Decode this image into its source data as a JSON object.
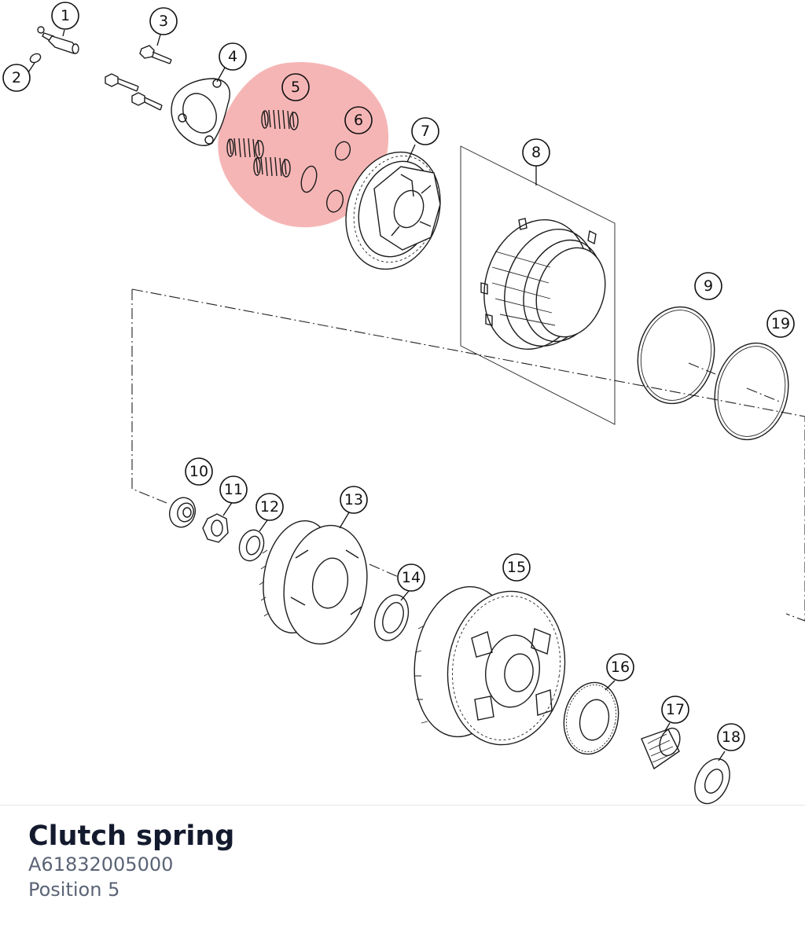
{
  "callouts": [
    "1",
    "2",
    "3",
    "4",
    "5",
    "6",
    "7",
    "8",
    "9",
    "10",
    "11",
    "12",
    "13",
    "14",
    "15",
    "16",
    "17",
    "18",
    "19"
  ],
  "highlight": {
    "positions": [
      "5",
      "6"
    ],
    "color": "#f07f7f"
  },
  "part": {
    "name": "Clutch spring",
    "number": "A61832005000",
    "position_label": "Position 5"
  }
}
